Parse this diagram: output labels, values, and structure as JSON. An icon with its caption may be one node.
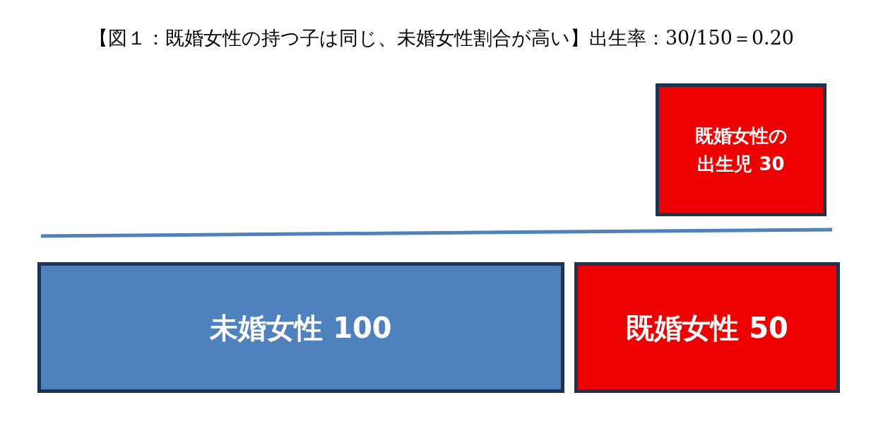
{
  "diagram": {
    "title": "【図１：既婚女性の持つ子は同じ、未婚女性割合が高い】出生率：30/150＝0.20",
    "nodes": [
      {
        "text": [
          "既婚女性の出生児 30"
        ]
      },
      {
        "text": [
          "未婚女性 100"
        ]
      },
      {
        "text": [
          "既婚女性 50"
        ]
      }
    ]
  }
}
